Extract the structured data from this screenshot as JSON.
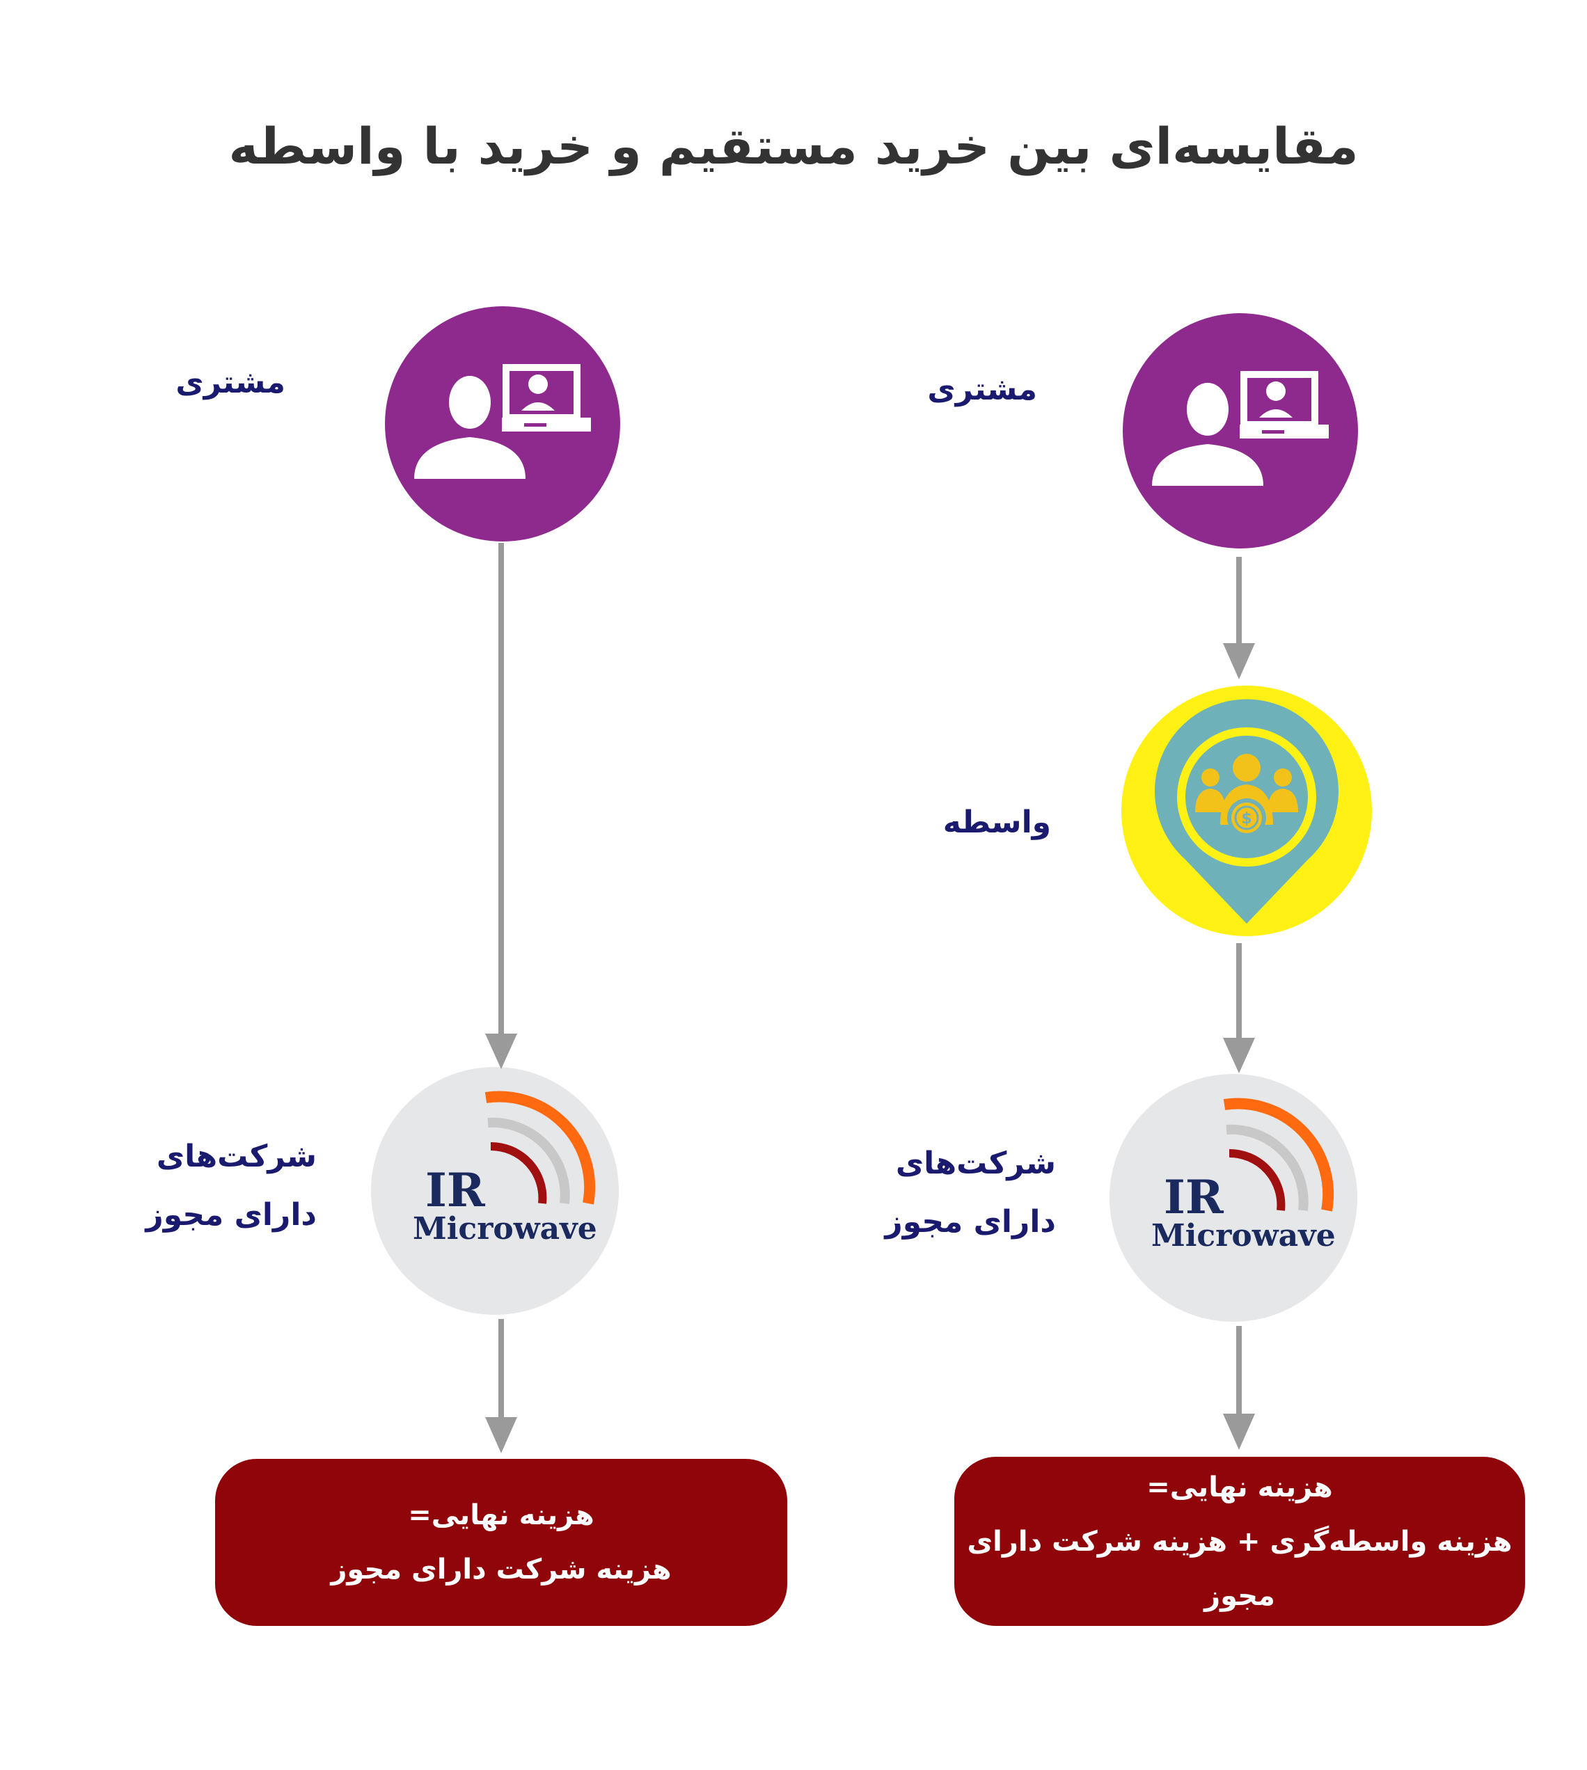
{
  "title": "مقایسه‌ای بین خرید مستقیم و خرید با واسطه",
  "direct": {
    "customer_label": "مشتری",
    "company_label_line1": "شرکت‌های",
    "company_label_line2": "دارای مجوز",
    "cost_line1": "هزینه نهایی=",
    "cost_line2": "هزینه شرکت دارای مجوز"
  },
  "broker": {
    "customer_label": "مشتری",
    "broker_label": "واسطه",
    "company_label_line1": "شرکت‌های",
    "company_label_line2": "دارای مجوز",
    "cost_line1": "هزینه نهایی=",
    "cost_line2": "هزینه واسطه‌گری + هزینه شرکت دارای مجوز"
  },
  "logo": {
    "ir_text": "IR",
    "microwave_text": "Microwave"
  },
  "colors": {
    "purple": "#8e2a8e",
    "yellow": "#fff114",
    "teal": "#6fb1b8",
    "gold": "#f2c21a",
    "cost_box": "#8f0509",
    "label": "#1a1a6e",
    "arrow": "#9a9a9a",
    "wave_orange": "#ff6a10",
    "wave_gray": "#c8c8c8",
    "wave_red": "#a01010"
  }
}
